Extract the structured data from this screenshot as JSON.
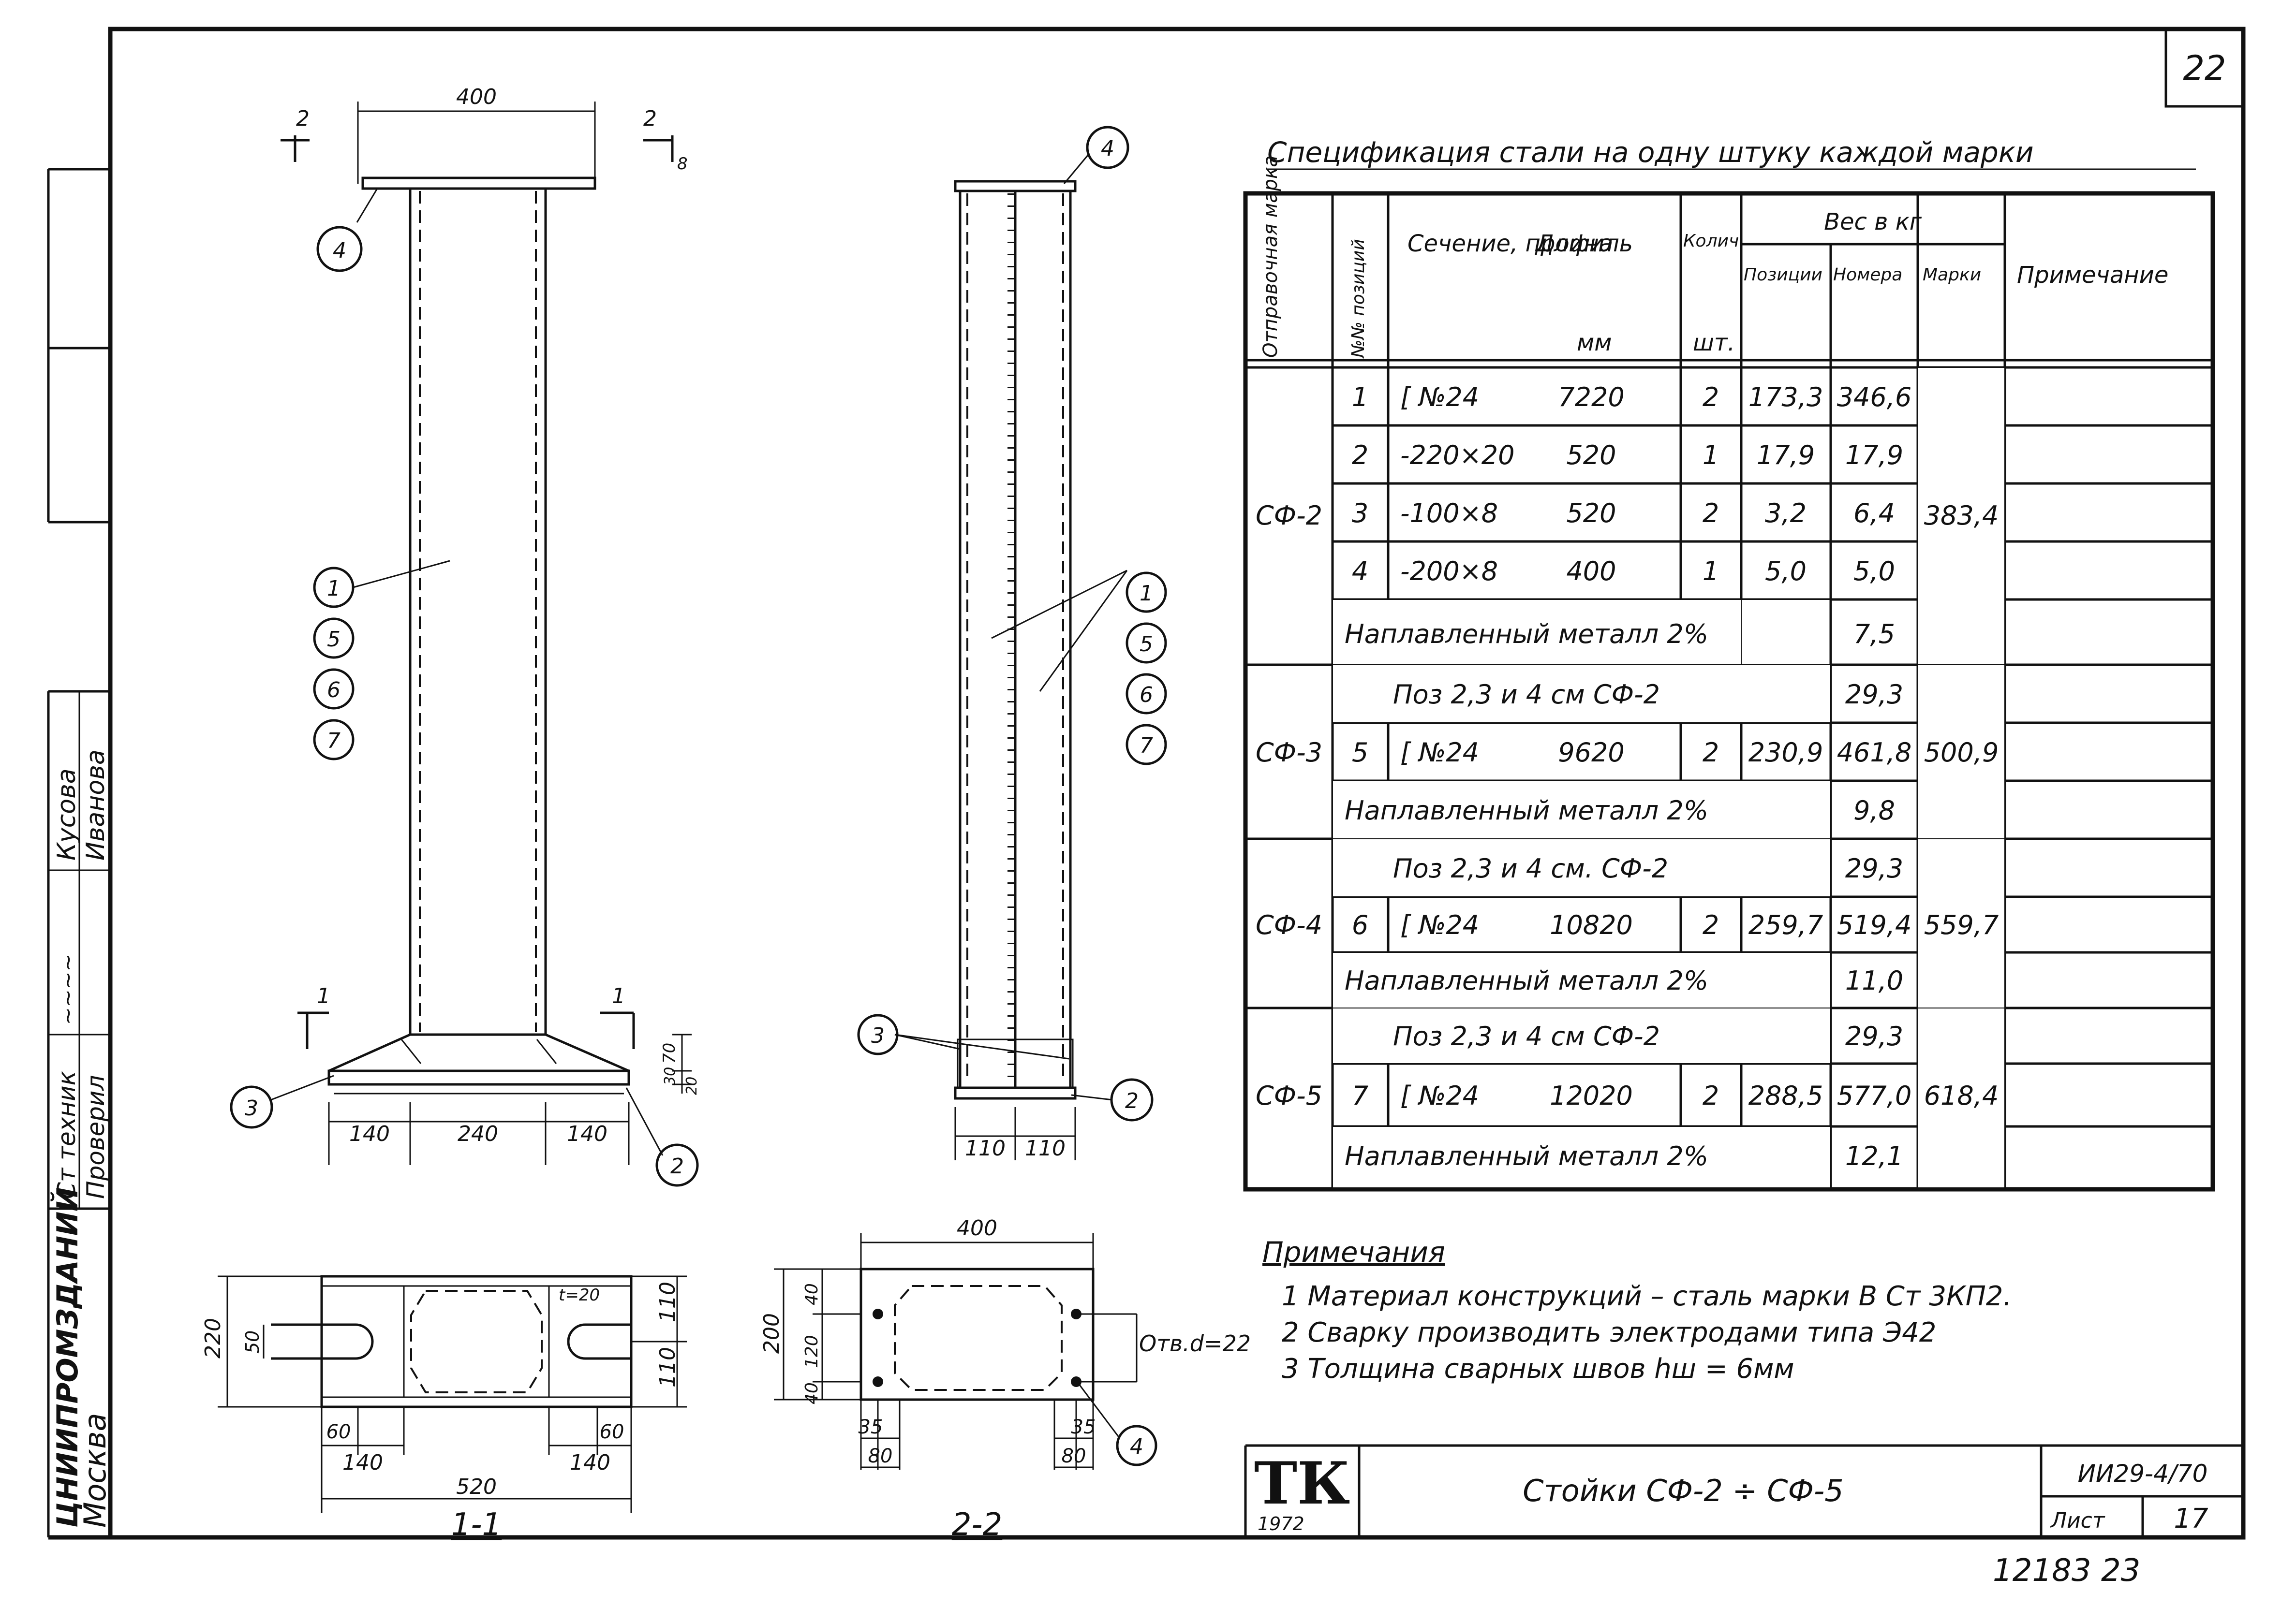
{
  "sheet_number": "22",
  "title_block": {
    "logo": "ТК",
    "year": "1972",
    "drawing_title": "Стойки СФ-2 ÷ СФ-5",
    "code": "ИИ29-4/70",
    "sheet_label": "Лист",
    "sheet_value": "17",
    "footer_note": "12183   23"
  },
  "side_stamp": {
    "org_line1": "ЦНИИПРОМЗДАНИЙ",
    "org_line2": "Москва",
    "role1": "Ст техник",
    "role2": "Проверил",
    "sign1": "Кусова",
    "sign2": "Иванова"
  },
  "spec_table": {
    "title": "Спецификация стали на одну штуку каждой марки",
    "headers": {
      "mark": "Отправочная марка",
      "pos": "№№ позиций",
      "section": "Сечение, профиль",
      "length": "Длина",
      "length_unit": "мм",
      "qty": "Колич",
      "qty_unit": "шт.",
      "weight": "Вес в кг",
      "w_pos": "Позиции",
      "w_num": "Номера",
      "w_mark": "Марки",
      "note": "Примечание"
    },
    "groups": [
      {
        "mark": "СФ-2",
        "total": "383,4",
        "rows": [
          {
            "pos": "1",
            "section": "[ №24",
            "length": "7220",
            "qty": "2",
            "w_pos": "173,3",
            "w_num": "346,6"
          },
          {
            "pos": "2",
            "section": "-220×20",
            "length": "520",
            "qty": "1",
            "w_pos": "17,9",
            "w_num": "17,9"
          },
          {
            "pos": "3",
            "section": "-100×8",
            "length": "520",
            "qty": "2",
            "w_pos": "3,2",
            "w_num": "6,4"
          },
          {
            "pos": "4",
            "section": "-200×8",
            "length": "400",
            "qty": "1",
            "w_pos": "5,0",
            "w_num": "5,0"
          }
        ],
        "weld_text": "Наплавленный металл 2%",
        "weld_value": "7,5"
      },
      {
        "mark": "СФ-3",
        "total": "500,9",
        "ref_text": "Поз 2,3 и 4 см СФ-2",
        "ref_value": "29,3",
        "rows": [
          {
            "pos": "5",
            "section": "[ №24",
            "length": "9620",
            "qty": "2",
            "w_pos": "230,9",
            "w_num": "461,8"
          }
        ],
        "weld_text": "Наплавленный металл 2%",
        "weld_value": "9,8"
      },
      {
        "mark": "СФ-4",
        "total": "559,7",
        "ref_text": "Поз 2,3 и 4 см. СФ-2",
        "ref_value": "29,3",
        "rows": [
          {
            "pos": "6",
            "section": "[ №24",
            "length": "10820",
            "qty": "2",
            "w_pos": "259,7",
            "w_num": "519,4"
          }
        ],
        "weld_text": "Наплавленный металл 2%",
        "weld_value": "11,0"
      },
      {
        "mark": "СФ-5",
        "total": "618,4",
        "ref_text": "Поз 2,3 и 4 см СФ-2",
        "ref_value": "29,3",
        "rows": [
          {
            "pos": "7",
            "section": "[ №24",
            "length": "12020",
            "qty": "2",
            "w_pos": "288,5",
            "w_num": "577,0"
          }
        ],
        "weld_text": "Наплавленный металл 2%",
        "weld_value": "12,1"
      }
    ]
  },
  "notes": {
    "heading": "Примечания",
    "items": [
      "1 Материал конструкций – сталь марки В Ст 3КП2.",
      "2 Сварку производить электродами типа Э42",
      "3 Толщина сварных швов hш = 6мм"
    ]
  },
  "front_view": {
    "top_dim": "400",
    "cut2_left": "2",
    "cut2_right": "2",
    "top_plate_dim": "8",
    "cut1_left": "1",
    "cut1_right": "1",
    "bottom_dims": [
      "140",
      "240",
      "140"
    ],
    "base_dims": [
      "70",
      "30",
      "20"
    ],
    "callouts": [
      "4",
      "1",
      "5",
      "6",
      "7",
      "3",
      "2"
    ]
  },
  "side_view": {
    "bottom_dims": [
      "110",
      "110"
    ],
    "callouts": [
      "4",
      "1",
      "5",
      "6",
      "7",
      "3",
      "2"
    ]
  },
  "section_11": {
    "label": "1-1",
    "width_dim": "520",
    "height_dim": "220",
    "slot_dim": "50",
    "right_dims": [
      "110",
      "110"
    ],
    "bottom_dims": [
      "60",
      "140",
      "60",
      "140"
    ],
    "t_label": "t=20"
  },
  "section_22": {
    "label": "2-2",
    "width_dim": "400",
    "height_dim": "200",
    "left_dims": [
      "40",
      "120",
      "40"
    ],
    "bottom_dims": [
      "35",
      "80",
      "35",
      "80"
    ],
    "hole_label": "Отв.d=22",
    "callout": "4"
  }
}
